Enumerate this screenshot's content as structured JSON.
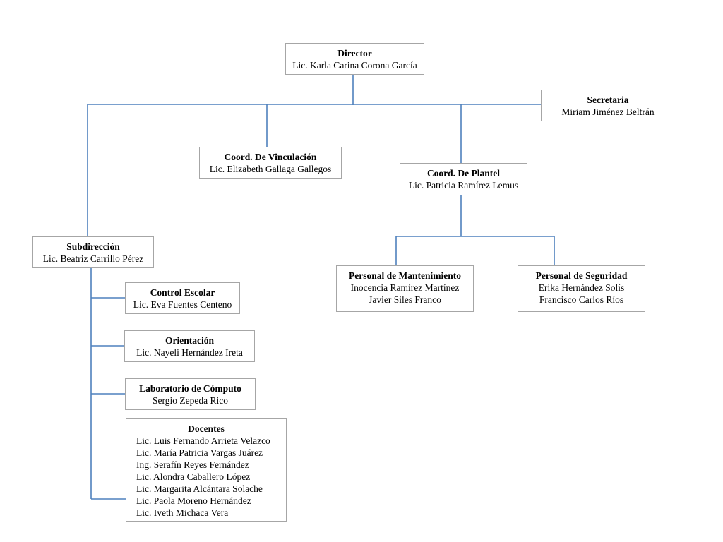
{
  "colors": {
    "connector": "#4f81bd",
    "border": "#a6a6a6",
    "text": "#000000"
  },
  "director": {
    "title": "Director",
    "lines": [
      "Lic. Karla Carina Corona García"
    ]
  },
  "secretaria": {
    "title": "Secretaria",
    "lines": [
      "Miriam Jiménez Beltrán"
    ]
  },
  "vinculacion": {
    "title": "Coord. De Vinculación",
    "lines": [
      "Lic. Elizabeth Gallaga Gallegos"
    ]
  },
  "plantel": {
    "title": "Coord. De Plantel",
    "lines": [
      "Lic. Patricia Ramírez Lemus"
    ]
  },
  "subdireccion": {
    "title": "Subdirección",
    "lines": [
      "Lic. Beatriz Carrillo Pérez"
    ]
  },
  "mantenimiento": {
    "title": "Personal de Mantenimiento",
    "lines": [
      "Inocencia Ramírez Martínez",
      "Javier Siles Franco"
    ]
  },
  "seguridad": {
    "title": "Personal de Seguridad",
    "lines": [
      "Erika Hernández Solís",
      "Francisco Carlos Ríos"
    ]
  },
  "control_escolar": {
    "title": "Control Escolar",
    "lines": [
      "Lic. Eva Fuentes Centeno"
    ]
  },
  "orientacion": {
    "title": "Orientación",
    "lines": [
      "Lic. Nayeli Hernández Ireta"
    ]
  },
  "laboratorio": {
    "title": "Laboratorio de Cómputo",
    "lines": [
      "Sergio Zepeda  Rico"
    ]
  },
  "docentes": {
    "title": "Docentes",
    "lines": [
      "Lic. Luis Fernando Arrieta Velazco",
      "Lic. María Patricia Vargas Juárez",
      "Ing. Serafín Reyes Fernández",
      "Lic. Alondra Caballero López",
      "Lic. Margarita Alcántara Solache",
      "Lic. Paola Moreno Hernández",
      "Lic. Iveth Michaca Vera"
    ]
  }
}
